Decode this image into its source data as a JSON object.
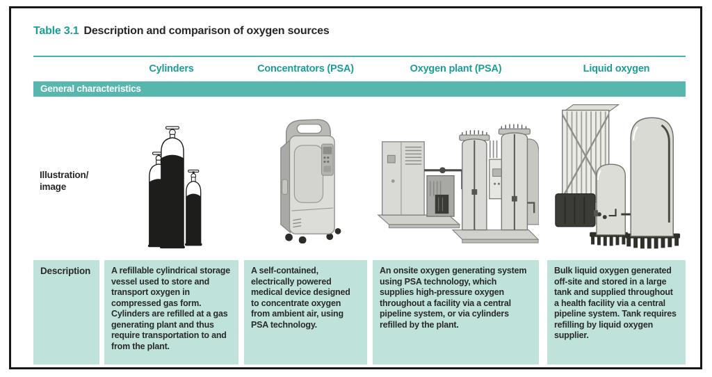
{
  "title": {
    "prefix": "Table 3.1",
    "text": "Description and comparison of oxygen sources"
  },
  "header": {
    "columns": [
      "Cylinders",
      "Concentrators (PSA)",
      "Oxygen plant (PSA)",
      "Liquid oxygen"
    ]
  },
  "section": {
    "label": "General characteristics"
  },
  "illustration_row": {
    "label_line1": "Illustration/",
    "label_line2": "image",
    "illustrations": [
      "oxygen-cylinders-icon",
      "oxygen-concentrator-icon",
      "psa-oxygen-plant-icon",
      "liquid-oxygen-tank-icon"
    ]
  },
  "description_row": {
    "label": "Description",
    "cells": [
      "A refillable cylindrical storage vessel used to store and transport oxygen in compressed gas form. Cylinders are refilled at a gas generating plant and thus require transportation to and from the plant.",
      "A self-contained, electrically powered medical device designed to concentrate oxygen from ambient air, using PSA technology.",
      "An onsite oxygen generating system using PSA technology, which supplies high-pressure oxygen throughout a facility via a central pipeline system, or via cylinders refilled by the plant.",
      "Bulk liquid oxygen generated off-site and stored in a large tank and supplied throughout a health facility via a central pipeline system. Tank requires refilling by liquid oxygen supplier."
    ]
  },
  "colors": {
    "accent_teal": "#1b9e96",
    "band_teal": "#57b7ae",
    "cell_mint": "#bfe3db",
    "text_dark": "#272727",
    "frame_black": "#181818"
  }
}
